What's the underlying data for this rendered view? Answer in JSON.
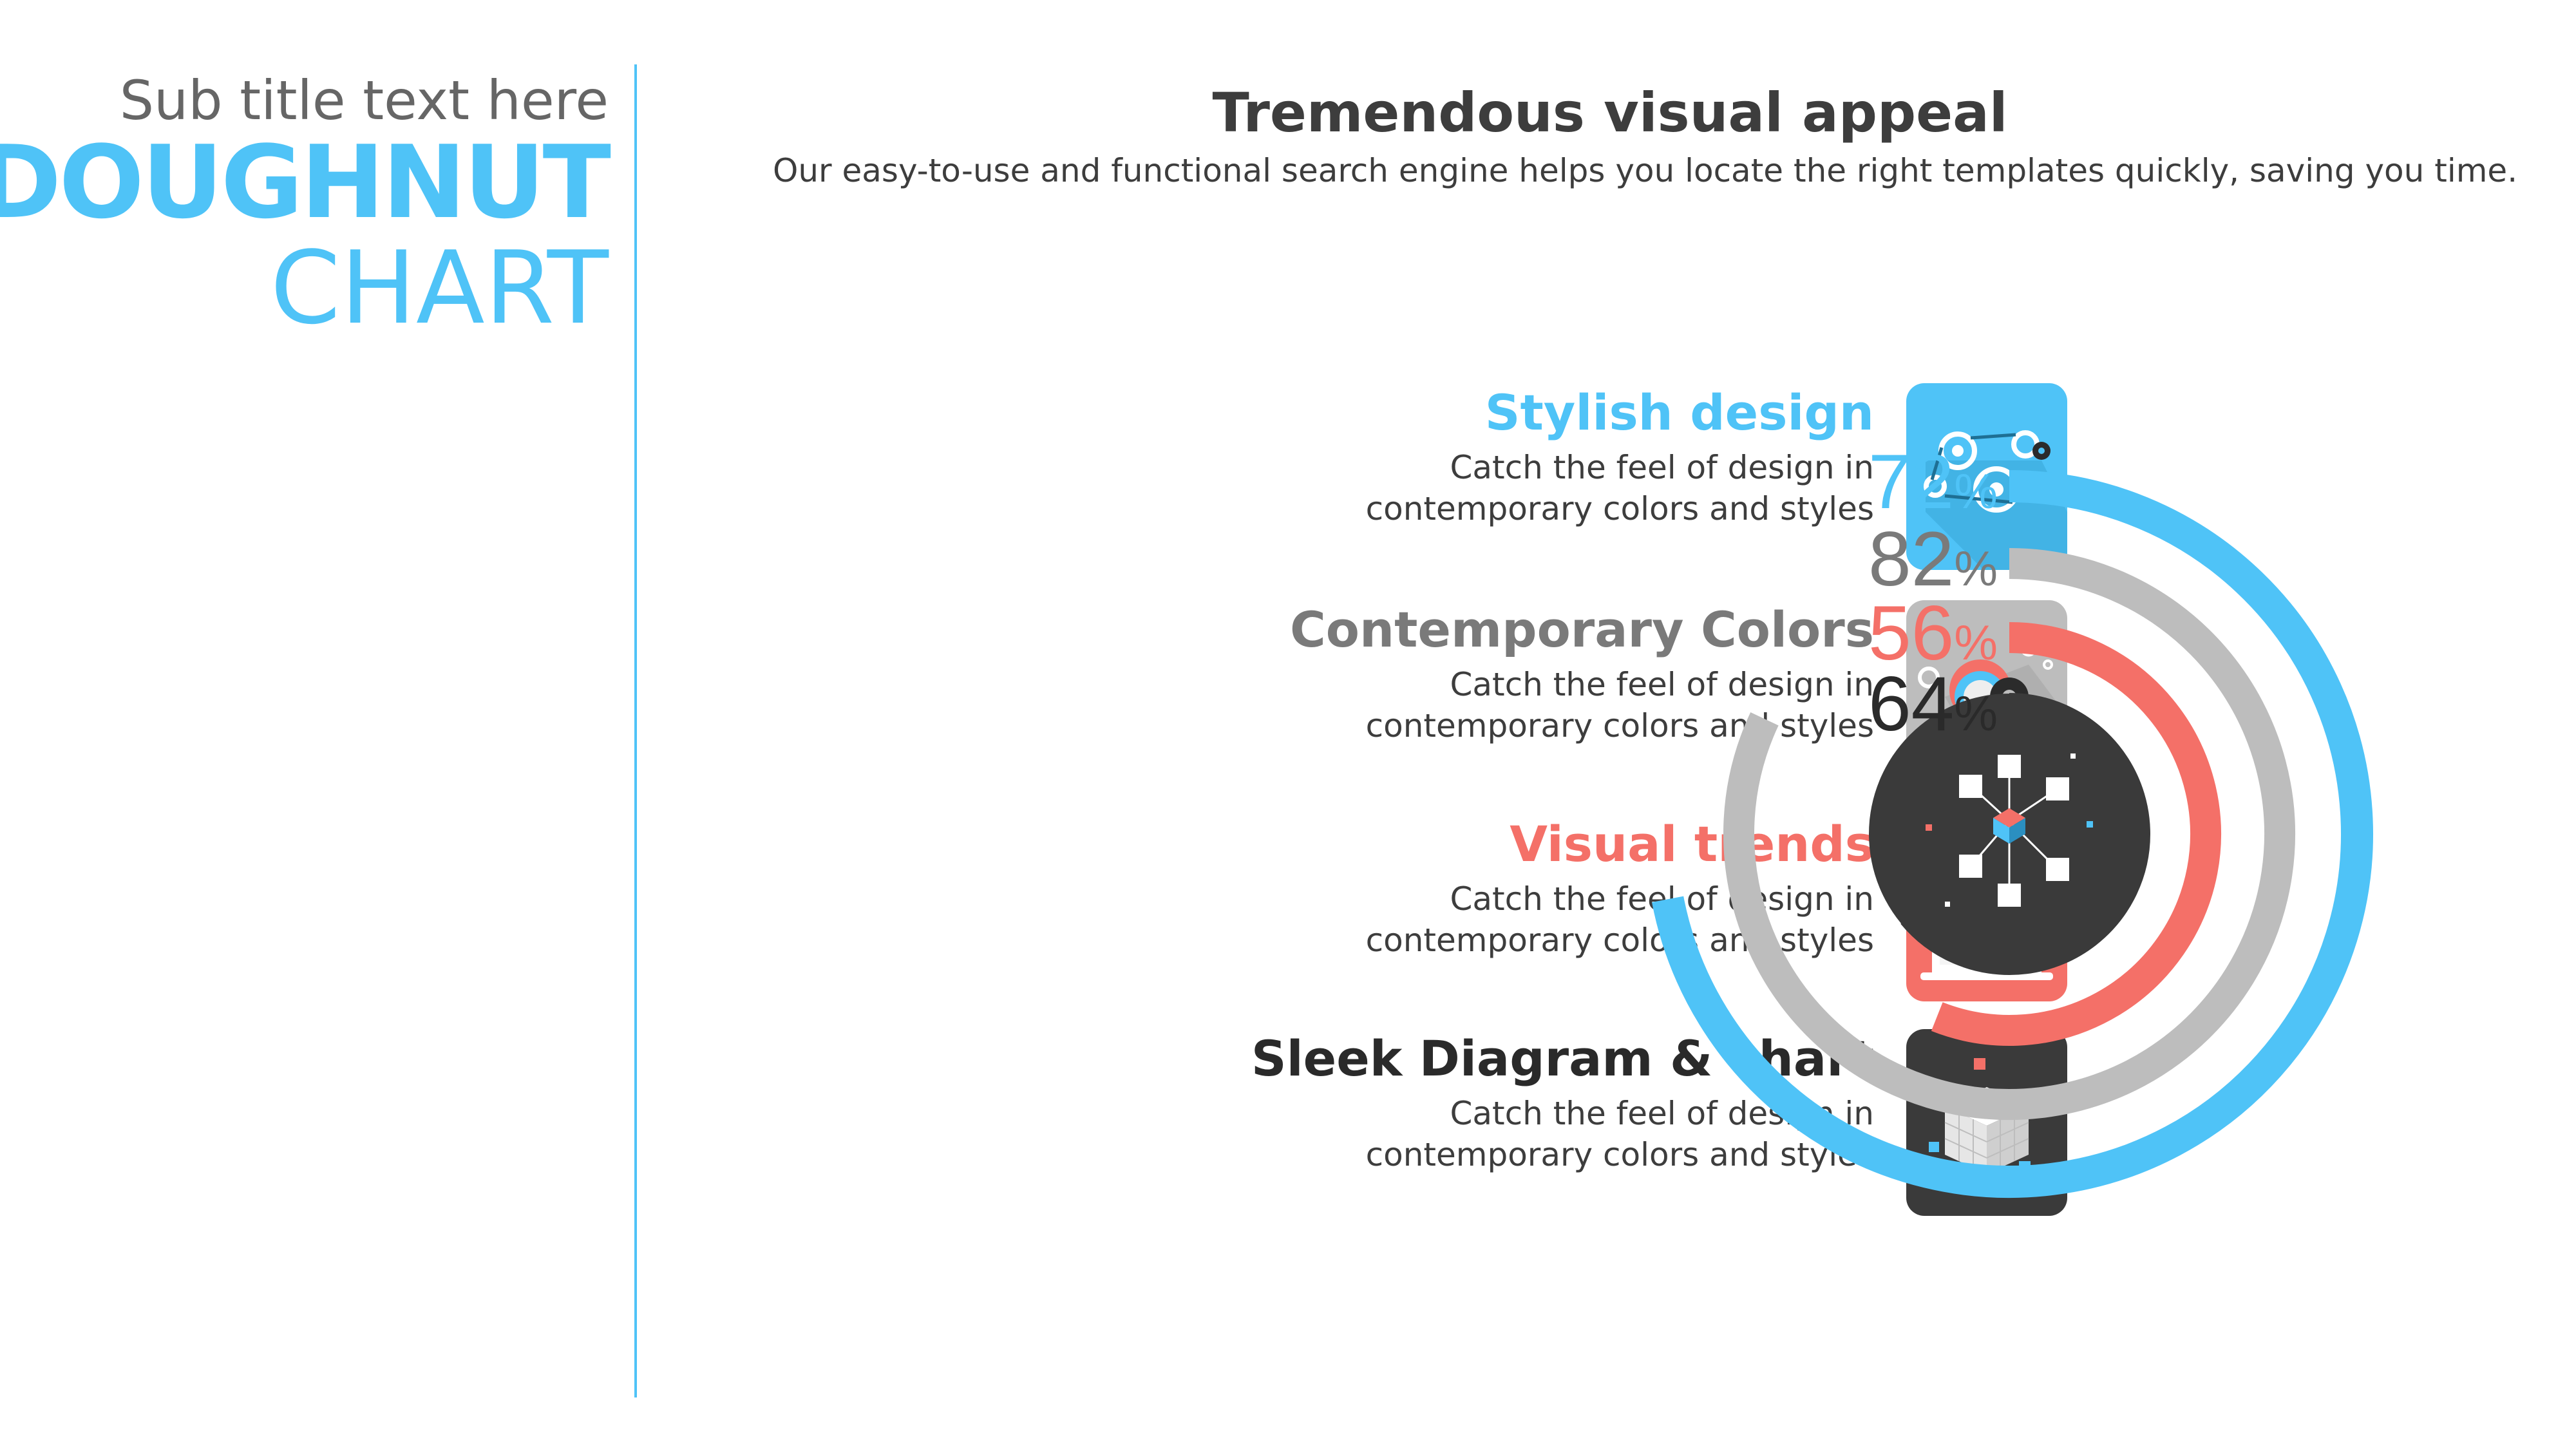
{
  "left_panel": {
    "subtitle": "Sub title text here",
    "title_line1": "DOUGHNUT",
    "title_line2": "CHART"
  },
  "header": {
    "title": "Tremendous visual appeal",
    "description": "Our easy-to-use and functional search engine helps you locate the right templates quickly, saving you time."
  },
  "features": [
    {
      "title": "Stylish design",
      "desc_line1": "Catch the feel of design in",
      "desc_line2": "contemporary colors and styles",
      "color": "#4fc3f7",
      "icon": "gears-icon"
    },
    {
      "title": "Contemporary Colors",
      "desc_line1": "Catch the feel of design in",
      "desc_line2": "contemporary colors and styles",
      "color": "#7a7a7a",
      "icon": "cogs-icon"
    },
    {
      "title": "Visual trends",
      "desc_line1": "Catch the feel of design in",
      "desc_line2": "contemporary colors and styles",
      "color": "#f47068",
      "icon": "laptop-circuit-icon"
    },
    {
      "title": "Sleek Diagram & chart",
      "desc_line1": "Catch the feel of design in",
      "desc_line2": "contemporary colors and styles",
      "color": "#2a2a2a",
      "icon": "cube-icon"
    }
  ],
  "center_icon": "network-icon",
  "chart_data": {
    "type": "pie",
    "variant": "radial-doughnut",
    "unit": "%",
    "series": [
      {
        "value": 72,
        "color": "#4fc3f7"
      },
      {
        "value": 82,
        "color": "#bdbdbd"
      },
      {
        "value": 56,
        "color": "#f47068"
      },
      {
        "value": 64,
        "color": "#3a3a3a"
      }
    ],
    "label_colors": [
      "#4fc3f7",
      "#7a7a7a",
      "#f47068",
      "#2a2a2a"
    ]
  }
}
